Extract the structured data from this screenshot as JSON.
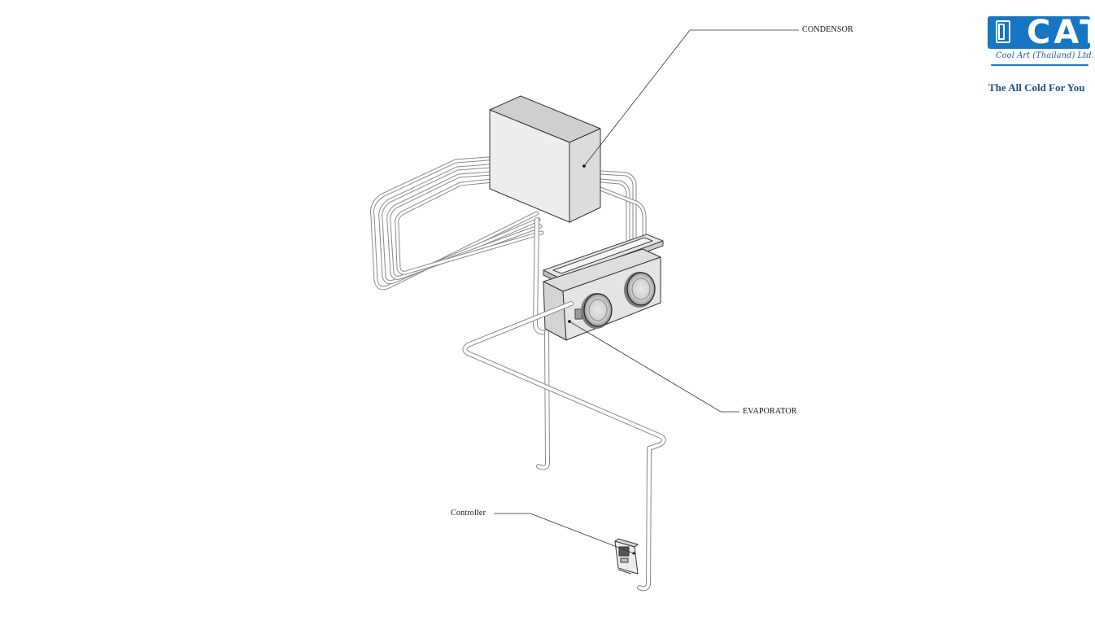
{
  "labels": {
    "condensor": "CONDENSOR",
    "evaporator": "EVAPORATOR",
    "controller": "Controller"
  },
  "brand": {
    "name": "CAT",
    "subtitle": "Cool Art (Thailand) Ltd.",
    "tagline": "The All Cold For You",
    "color": "#1676c2"
  }
}
